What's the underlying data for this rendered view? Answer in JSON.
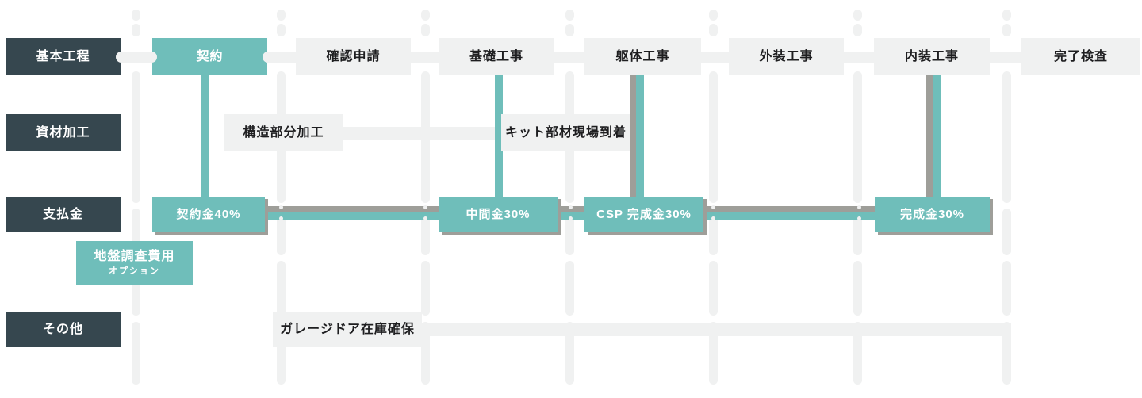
{
  "diagram": {
    "title": "construction-process-schedule",
    "row_labels": {
      "process": "基本工程",
      "material": "資材加工",
      "payment": "支払金",
      "other": "その他"
    },
    "process_steps": [
      {
        "label": "契約"
      },
      {
        "label": "確認申請"
      },
      {
        "label": "基礎工事"
      },
      {
        "label": "躯体工事"
      },
      {
        "label": "外装工事"
      },
      {
        "label": "内装工事"
      },
      {
        "label": "完了検査"
      }
    ],
    "material_steps": [
      {
        "label": "構造部分加工"
      },
      {
        "label": "キット部材現場到着"
      }
    ],
    "payments": [
      {
        "label": "契約金40%"
      },
      {
        "label": "中間金30%"
      },
      {
        "label": "CSP 完成金30%"
      },
      {
        "label": "完成金30%"
      }
    ],
    "payment_option": {
      "label": "地盤調査費用",
      "note": "オプション"
    },
    "other_items": [
      {
        "label": "ガレージドア在庫確保"
      }
    ],
    "colors": {
      "teal": "#6fbeba",
      "dark_slate": "#36474f",
      "light": "#f0f1f1",
      "shadow_gray": "#9e9e99",
      "text_dark": "#1e1e20",
      "text_light": "#ffffff",
      "background": "#ffffff"
    }
  }
}
